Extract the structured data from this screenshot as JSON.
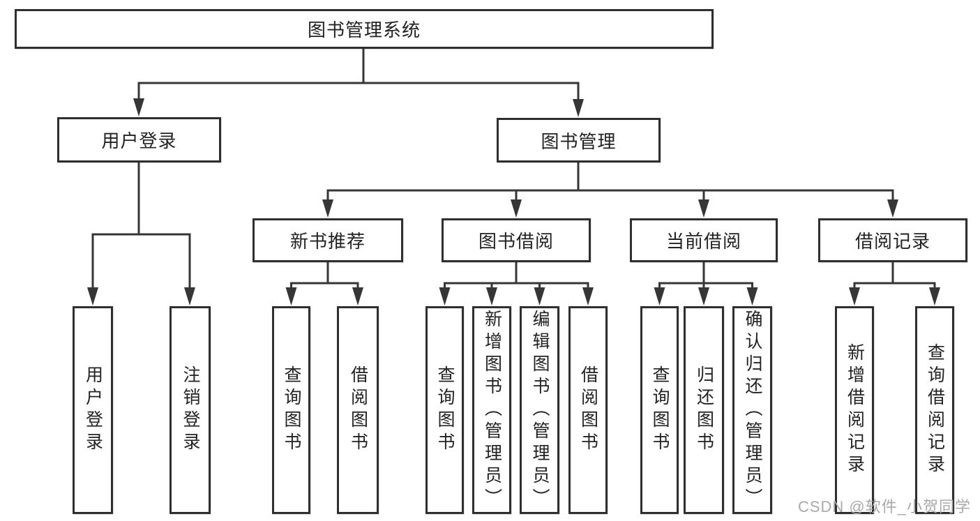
{
  "diagram": {
    "root": {
      "label": "图书管理系统"
    },
    "branches": [
      {
        "label": "用户登录",
        "children": [
          {
            "label": "用户登录"
          },
          {
            "label": "注销登录"
          }
        ]
      },
      {
        "label": "图书管理",
        "groups": [
          {
            "label": "新书推荐",
            "children": [
              {
                "label": "查询图书"
              },
              {
                "label": "借阅图书"
              }
            ]
          },
          {
            "label": "图书借阅",
            "children": [
              {
                "label": "查询图书"
              },
              {
                "label": "新增图书（管理员）"
              },
              {
                "label": "编辑图书（管理员）"
              },
              {
                "label": "借阅图书"
              }
            ]
          },
          {
            "label": "当前借阅",
            "children": [
              {
                "label": "查询图书"
              },
              {
                "label": "归还图书"
              },
              {
                "label": "确认归还（管理员）"
              }
            ]
          },
          {
            "label": "借阅记录",
            "children": [
              {
                "label": "新增借阅记录"
              },
              {
                "label": "查询借阅记录"
              }
            ]
          }
        ]
      }
    ]
  },
  "watermark": {
    "text": "CSDN @软件_小贺同学"
  },
  "colors": {
    "box_border": "#2f2f2f",
    "connector": "#363636",
    "label_text": "#222222",
    "watermark_text": "#a9a9a9",
    "background": "#ffffff"
  }
}
